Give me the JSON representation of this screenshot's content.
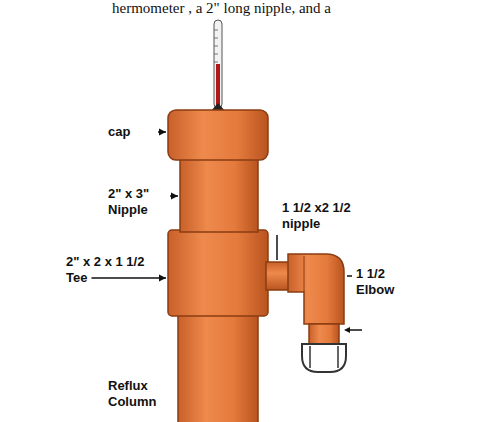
{
  "diagram": {
    "labels": [
      "hermometer , a 2\" long nipple, and a",
      "cap",
      "2\" x 3\" Nipple",
      "2\" x 2 x 1 1/2 Tee",
      "1 1/2 x2 1/2 nipple",
      "1 1/2 Elbow",
      "Reflux Column"
    ]
  }
}
